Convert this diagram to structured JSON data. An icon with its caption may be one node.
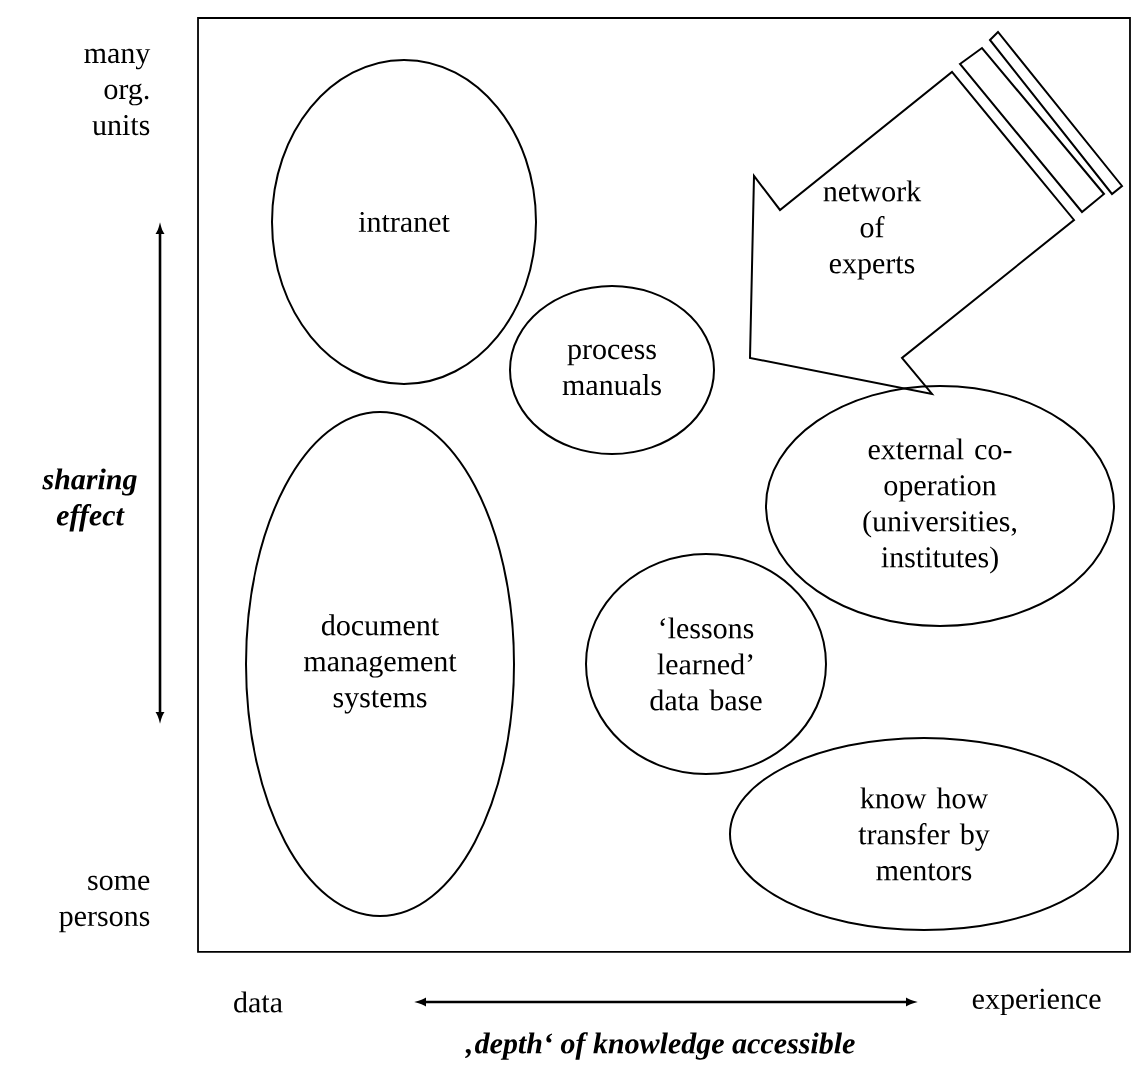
{
  "diagram": {
    "nodes": [
      {
        "text": [
          "intranet"
        ]
      },
      {
        "text": [
          "process manuals"
        ]
      },
      {
        "text": [
          "network of experts"
        ]
      },
      {
        "text": [
          "external co-operation (universities, institutes)"
        ]
      },
      {
        "text": [
          "document management systems"
        ]
      },
      {
        "text": [
          "‘lessons learned’ data base"
        ]
      },
      {
        "text": [
          "know how transfer by mentors"
        ]
      }
    ],
    "labels": [
      "many org. units",
      "sharing effect",
      "some persons",
      "data",
      "experience",
      "‚depth‘ of knowledge accessible"
    ]
  }
}
